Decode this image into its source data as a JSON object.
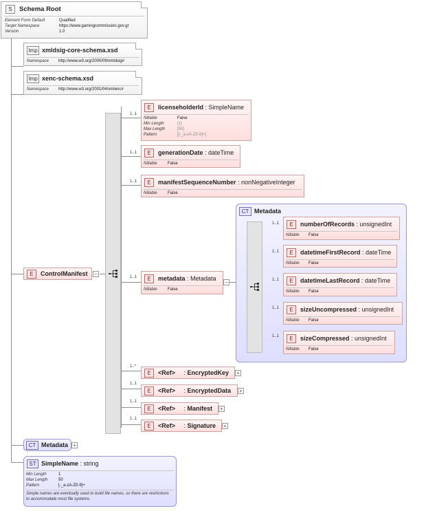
{
  "schema_root": {
    "tag": "S",
    "title": "Schema Root",
    "props": [
      {
        "key": "Element Form Default",
        "value": "Qualified"
      },
      {
        "key": "Target Namespace",
        "value": "https://www.gamingcommission.gov.gr"
      },
      {
        "key": "Version",
        "value": "1.0"
      }
    ]
  },
  "imports": [
    {
      "tag": "Imp",
      "title": "xmldsig-core-schema.xsd",
      "ns_key": "Namespace",
      "ns_value": "http://www.w3.org/2000/09/xmldsig#"
    },
    {
      "tag": "Imp",
      "title": "xenc-schema.xsd",
      "ns_key": "Namespace",
      "ns_value": "http://www.w3.org/2001/04/xmlenc#"
    }
  ],
  "control_manifest": {
    "tag": "E",
    "name": "ControlManifest"
  },
  "children": [
    {
      "card": "1..1",
      "tag": "E",
      "name": "licenseholderId",
      "sep": " : ",
      "type": "SimpleName",
      "props": [
        {
          "key": "Nillable",
          "value": "False"
        },
        {
          "key": "Min Length",
          "value": "[1]"
        },
        {
          "key": "Max Length",
          "value": "[50]"
        },
        {
          "key": "Pattern",
          "value": "[[-_a-zA-Z0-9]+]"
        }
      ]
    },
    {
      "card": "1..1",
      "tag": "E",
      "name": "generationDate",
      "sep": " : ",
      "type": "dateTime",
      "props": [
        {
          "key": "Nillable",
          "value": "False"
        }
      ]
    },
    {
      "card": "1..1",
      "tag": "E",
      "name": "manifestSequenceNumber",
      "sep": " : ",
      "type": "nonNegativeInteger",
      "props": [
        {
          "key": "Nillable",
          "value": "False"
        }
      ]
    },
    {
      "card": "1..1",
      "tag": "E",
      "name": "metadata",
      "sep": " : ",
      "type": "Metadata",
      "props": [
        {
          "key": "Nillable",
          "value": "False"
        }
      ]
    }
  ],
  "metadata_ct": {
    "tag": "CT",
    "title": "Metadata",
    "elements": [
      {
        "card": "1..1",
        "tag": "E",
        "name": "numberOfRecords",
        "sep": " : ",
        "type": "unsignedInt",
        "nk": "Nillable",
        "nv": "False"
      },
      {
        "card": "1..1",
        "tag": "E",
        "name": "datetimeFirstRecord",
        "sep": " : ",
        "type": "dateTime",
        "nk": "Nillable",
        "nv": "False"
      },
      {
        "card": "1..1",
        "tag": "E",
        "name": "datetimeLastRecord",
        "sep": " : ",
        "type": "dateTime",
        "nk": "Nillable",
        "nv": "False"
      },
      {
        "card": "1..1",
        "tag": "E",
        "name": "sizeUncompressed",
        "sep": " : ",
        "type": "unsignedInt",
        "nk": "Nillable",
        "nv": "False"
      },
      {
        "card": "1..1",
        "tag": "E",
        "name": "sizeCompressed",
        "sep": " : ",
        "type": "unsignedInt",
        "nk": "Nillable",
        "nv": "False"
      }
    ]
  },
  "refs": [
    {
      "card": "1..*",
      "tag": "E",
      "ref": "<Ref>",
      "sep": " : ",
      "name": "EncryptedKey"
    },
    {
      "card": "1..1",
      "tag": "E",
      "ref": "<Ref>",
      "sep": " : ",
      "name": "EncryptedData"
    },
    {
      "card": "1..1",
      "tag": "E",
      "ref": "<Ref>",
      "sep": " : ",
      "name": "Manifest"
    },
    {
      "card": "1..1",
      "tag": "E",
      "ref": "<Ref>",
      "sep": " : ",
      "name": "Signature"
    }
  ],
  "global_metadata": {
    "tag": "CT",
    "title": "Metadata"
  },
  "simple_name": {
    "tag": "ST",
    "name": "SimpleName",
    "sep": " : ",
    "type": "string",
    "props": [
      {
        "key": "Min Length",
        "value": "1"
      },
      {
        "key": "Max Length",
        "value": "50"
      },
      {
        "key": "Pattern",
        "value": "[-_a-zA-Z0-9]+"
      }
    ],
    "note": "Simple names are eventually used to build file names, so there are restrictions to accommodate most file systems."
  },
  "expand_symbol": "+",
  "collapse_symbol": "−"
}
